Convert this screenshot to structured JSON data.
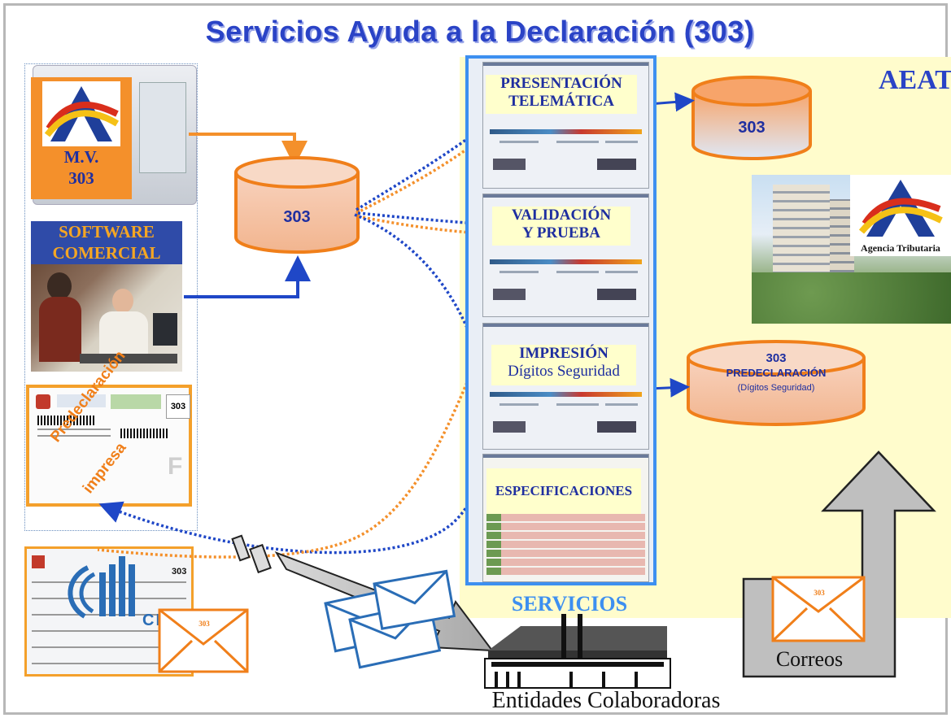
{
  "title": "Servicios Ayuda a la Declaración (303)",
  "aeat_label": "AEAT",
  "left": {
    "mv_line1": "M.V.",
    "mv_line2": "303",
    "software_line1": "SOFTWARE",
    "software_line2": "COMERCIAL",
    "predecl_line1": "Predeclaración",
    "predecl_line2": "impresa",
    "predecl_form_num": "303",
    "form2_num": "303",
    "envelope_num": "303",
    "chh_text": "CHH"
  },
  "center_db": {
    "label": "303"
  },
  "services": {
    "label": "SERVICIOS",
    "panels": [
      {
        "line1": "PRESENTACIÓN",
        "line2": "TELEMÁTICA"
      },
      {
        "line1": "VALIDACIÓN",
        "line2": "Y PRUEBA"
      },
      {
        "line1": "IMPRESIÓN",
        "line2": "Dígitos Seguridad"
      },
      {
        "line1": "ESPECIFICACIONES",
        "line2": ""
      }
    ]
  },
  "right": {
    "db_top": "303",
    "db_pre_line1": "303",
    "db_pre_line2": "PREDECLARACIÓN",
    "db_pre_line3": "(Dígitos Seguridad)",
    "agencia": "Agencia Tributaria",
    "correos": "Correos",
    "correos_env_num": "303"
  },
  "bottom": {
    "entidades": "Entidades Colaboradoras"
  },
  "colors": {
    "blue_title": "#2a43c6",
    "orange": "#f4902b",
    "arrow_blue": "#1f47c7",
    "services_border": "#3d8ff0",
    "aeat_bg": "#fffccc"
  }
}
